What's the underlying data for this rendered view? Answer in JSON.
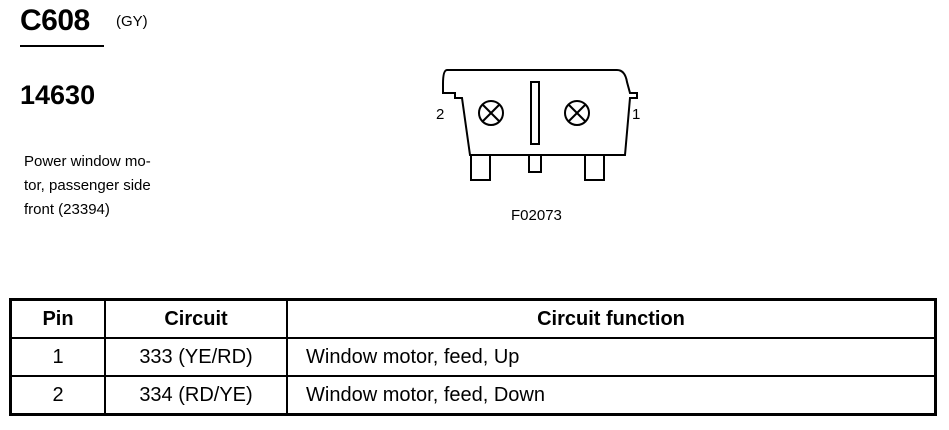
{
  "header": {
    "connector_id": "C608",
    "color_code": "(GY)",
    "part_number": "14630",
    "description_lines": [
      "Power window mo-",
      "tor, passenger side",
      "front (23394)"
    ]
  },
  "diagram": {
    "pin_left_label": "2",
    "pin_right_label": "1",
    "figure_label": "F02073"
  },
  "table": {
    "headers": [
      "Pin",
      "Circuit",
      "Circuit function"
    ],
    "rows": [
      {
        "pin": "1",
        "circuit": "333 (YE/RD)",
        "function": "Window motor, feed, Up"
      },
      {
        "pin": "2",
        "circuit": "334 (RD/YE)",
        "function": "Window motor, feed, Down"
      }
    ]
  }
}
